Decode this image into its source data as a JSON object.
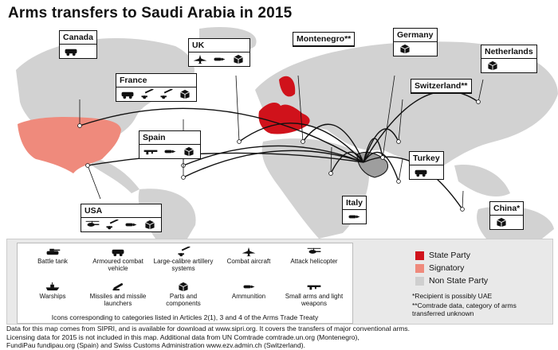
{
  "title": "Arms transfers to Saudi Arabia in 2015",
  "colors": {
    "state_party": "#d0121b",
    "signatory": "#ef8a7c",
    "non_state": "#cfcfcf",
    "water": "#ffffff",
    "line": "#111111"
  },
  "exporters": [
    {
      "name": "Canada",
      "icons": [
        "armoured-vehicle-icon"
      ]
    },
    {
      "name": "UK",
      "icons": [
        "combat-aircraft-icon",
        "ammunition-icon",
        "parts-icon"
      ]
    },
    {
      "name": "Montenegro**",
      "icons": []
    },
    {
      "name": "Germany",
      "icons": [
        "parts-icon"
      ]
    },
    {
      "name": "Netherlands",
      "icons": [
        "parts-icon"
      ]
    },
    {
      "name": "France",
      "icons": [
        "armoured-vehicle-icon",
        "artillery-icon",
        "artillery-icon",
        "parts-icon"
      ]
    },
    {
      "name": "Switzerland**",
      "icons": []
    },
    {
      "name": "Spain",
      "icons": [
        "small-arms-icon",
        "ammunition-icon",
        "parts-icon"
      ]
    },
    {
      "name": "Turkey",
      "icons": [
        "armoured-vehicle-icon"
      ]
    },
    {
      "name": "Italy",
      "icons": [
        "ammunition-icon"
      ]
    },
    {
      "name": "China*",
      "icons": [
        "parts-icon"
      ]
    },
    {
      "name": "USA",
      "icons": [
        "attack-helicopter-icon",
        "artillery-icon",
        "ammunition-icon",
        "parts-icon"
      ]
    }
  ],
  "categories": [
    {
      "label": "Battle tank",
      "icon": "battle-tank-icon"
    },
    {
      "label": "Armoured combat vehicle",
      "icon": "armoured-vehicle-icon"
    },
    {
      "label": "Large-calibre artillery systems",
      "icon": "artillery-icon"
    },
    {
      "label": "Combat aircraft",
      "icon": "combat-aircraft-icon"
    },
    {
      "label": "Attack helicopter",
      "icon": "attack-helicopter-icon"
    },
    {
      "label": "Warships",
      "icon": "warship-icon"
    },
    {
      "label": "Missiles and missile launchers",
      "icon": "missile-icon"
    },
    {
      "label": "Parts and components",
      "icon": "parts-icon"
    },
    {
      "label": "Ammunition",
      "icon": "ammunition-icon"
    },
    {
      "label": "Small arms and light weapons",
      "icon": "small-arms-icon"
    }
  ],
  "categories_note": "Icons corresponding to categories listed in Articles 2(1), 3 and 4 of the Arms Trade Treaty",
  "legend": [
    {
      "label": "State Party",
      "color": "#d0121b"
    },
    {
      "label": "Signatory",
      "color": "#ef8a7c"
    },
    {
      "label": "Non State Party",
      "color": "#cfcfcf"
    }
  ],
  "notes": [
    "*Recipient is possibly UAE",
    "**Comtrade data, category of arms transferred unknown"
  ],
  "footer": [
    "Data for this map comes from SIPRI, and is available for download at www.sipri.org. It covers the transfers of major conventional arms.",
    "Licensing data for 2015 is not included in this map. Additional data from UN Comtrade comtrade.un.org (Montenegro),",
    "FundiPau fundipau.org (Spain) and Swiss Customs Administration www.ezv.admin.ch (Switzerland)."
  ]
}
